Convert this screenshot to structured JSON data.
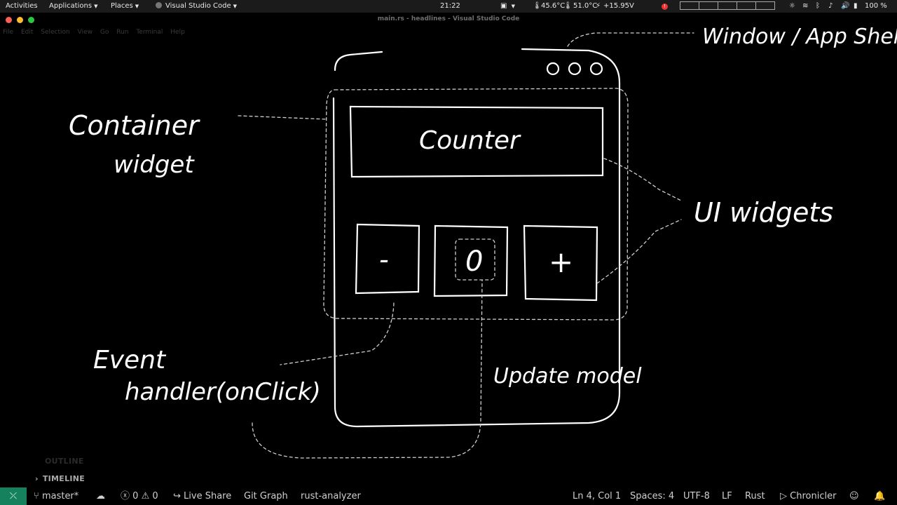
{
  "topbar": {
    "activities": "Activities",
    "applications": "Applications",
    "places": "Places",
    "vscode": "Visual Studio Code",
    "clock": "21:22",
    "temp1": "45.6°C",
    "temp2": "51.0°C",
    "power": "+15.95V",
    "battery": "100 %"
  },
  "window": {
    "title": "main.rs - headlines - Visual Studio Code"
  },
  "menu": {
    "items": [
      "File",
      "Edit",
      "Selection",
      "View",
      "Go",
      "Run",
      "Terminal",
      "Help"
    ]
  },
  "drawing": {
    "window_shell": "Window / App Shell",
    "container": "Container",
    "widget": "widget",
    "counter": "Counter",
    "minus": "-",
    "value": "0",
    "plus": "+",
    "ui_widgets": "UI widgets",
    "event": "Event",
    "handler": "handler(onClick)",
    "update_model": "Update model"
  },
  "sidebar": {
    "outline": "OUTLINE",
    "timeline": "TIMELINE"
  },
  "statusbar": {
    "branch": "master*",
    "errors": "0",
    "warnings": "0",
    "live_share": "Live Share",
    "git_graph": "Git Graph",
    "rust_analyzer": "rust-analyzer",
    "position": "Ln 4, Col 1",
    "spaces": "Spaces: 4",
    "encoding": "UTF-8",
    "eol": "LF",
    "language": "Rust",
    "chronicler": "Chronicler"
  },
  "colors": {
    "remote_indicator": "#16825d",
    "close_light": "#ff5f57",
    "minimize_light": "#febc2e",
    "maximize_light": "#28c840"
  }
}
